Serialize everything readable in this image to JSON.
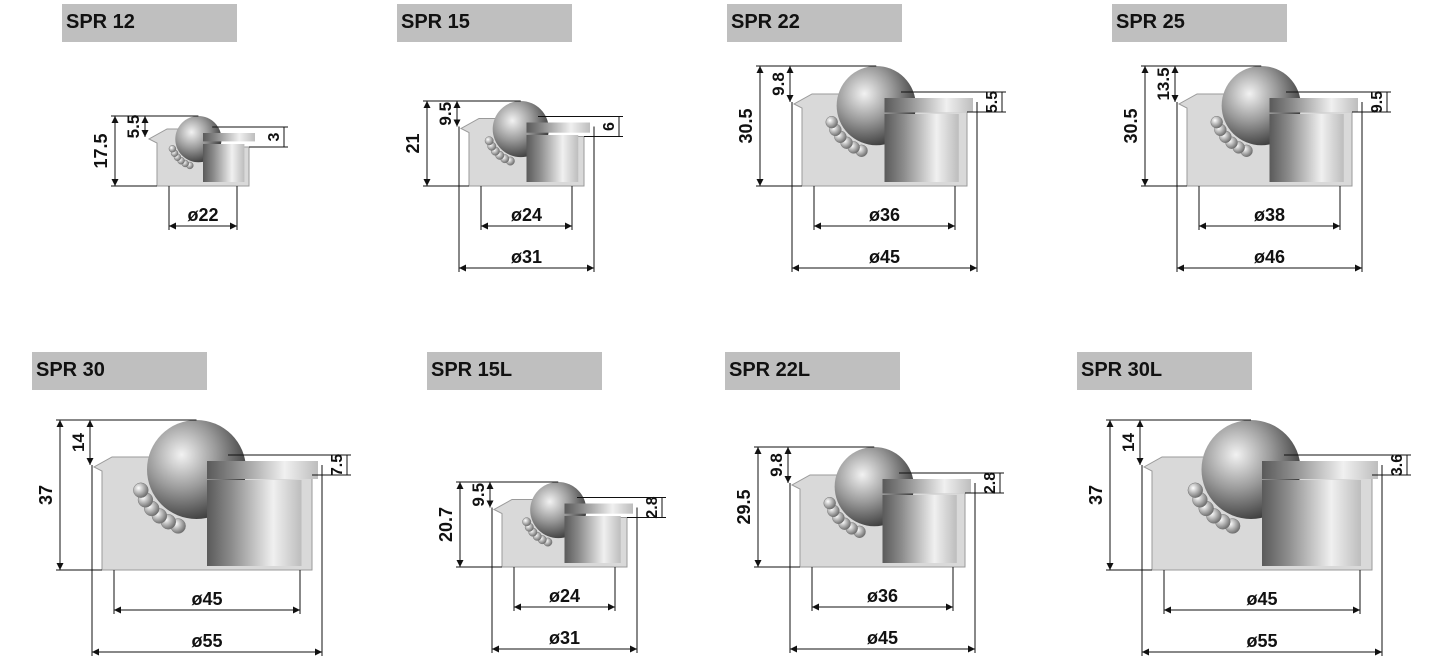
{
  "panels": [
    {
      "title": "SPR 12",
      "dims": {
        "a": "5.5",
        "b": "3",
        "c": "17.5",
        "d1": "ø22",
        "d2": ""
      }
    },
    {
      "title": "SPR 15",
      "dims": {
        "a": "9.5",
        "b": "6",
        "c": "21",
        "d1": "ø24",
        "d2": "ø31"
      }
    },
    {
      "title": "SPR 22",
      "dims": {
        "a": "9.8",
        "b": "5.5",
        "c": "30.5",
        "d1": "ø36",
        "d2": "ø45"
      }
    },
    {
      "title": "SPR 25",
      "dims": {
        "a": "13.5",
        "b": "9.5",
        "c": "30.5",
        "d1": "ø38",
        "d2": "ø46"
      }
    },
    {
      "title": "SPR 30",
      "dims": {
        "a": "14",
        "b": "7.5",
        "c": "37",
        "d1": "ø45",
        "d2": "ø55"
      }
    },
    {
      "title": "SPR 15L",
      "dims": {
        "a": "9.5",
        "b": "2.8",
        "c": "20.7",
        "d1": "ø24",
        "d2": "ø31"
      }
    },
    {
      "title": "SPR 22L",
      "dims": {
        "a": "9.8",
        "b": "2.8",
        "c": "29.5",
        "d1": "ø36",
        "d2": "ø45"
      }
    },
    {
      "title": "SPR 30L",
      "dims": {
        "a": "14",
        "b": "3.6",
        "c": "37",
        "d1": "ø45",
        "d2": "ø55"
      }
    }
  ],
  "colors": {
    "housing": "#d9d9d9",
    "title_bg": "#bfbfbf",
    "line": "#111111"
  }
}
